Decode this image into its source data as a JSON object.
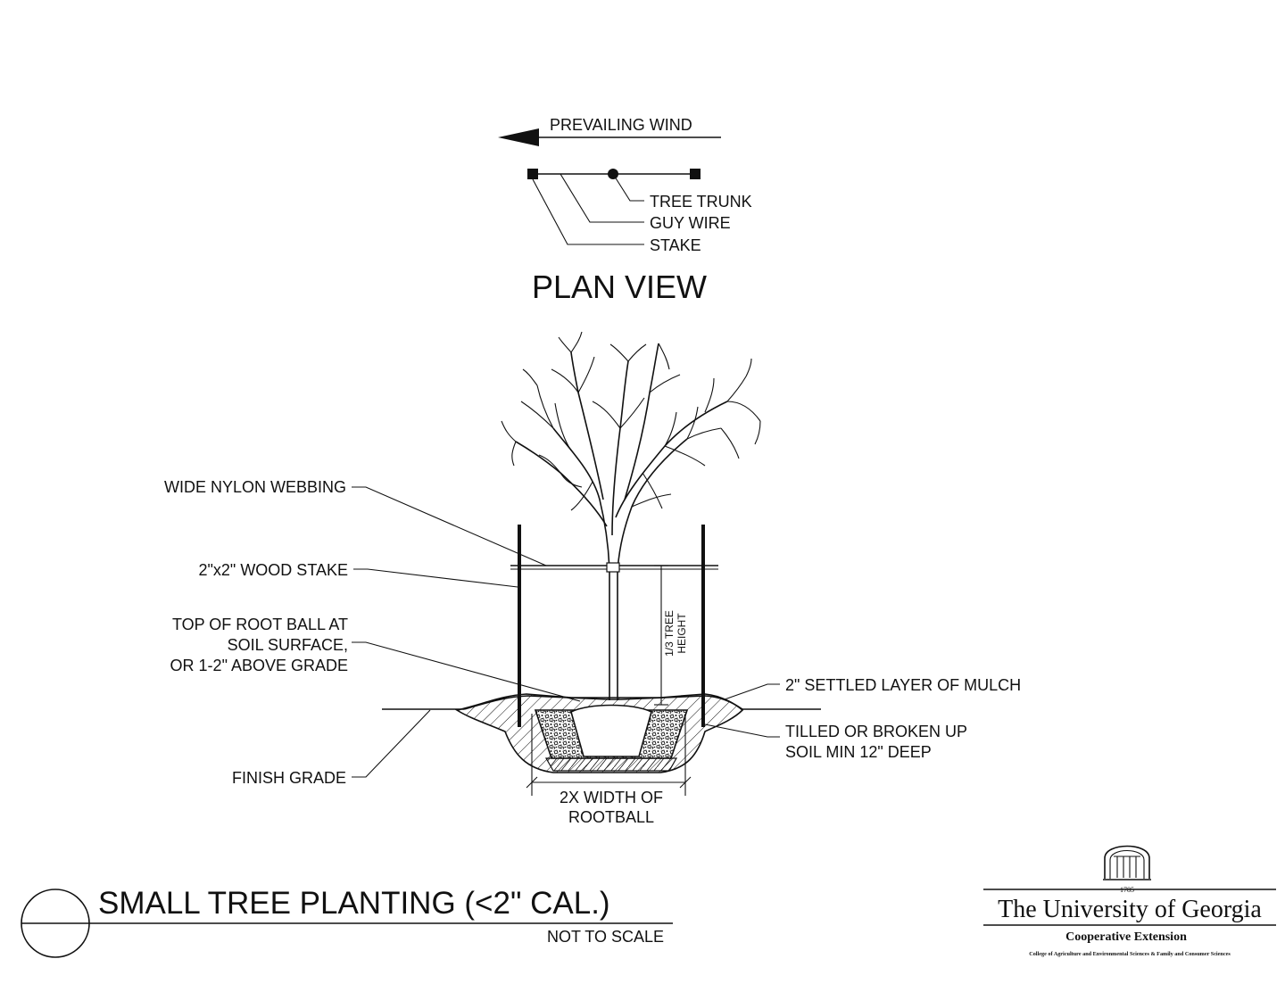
{
  "plan_view": {
    "wind_label": "PREVAILING WIND",
    "tree_trunk_label": "TREE TRUNK",
    "guy_wire_label": "GUY WIRE",
    "stake_label": "STAKE",
    "title": "PLAN VIEW"
  },
  "section": {
    "webbing_label": "WIDE NYLON WEBBING",
    "wood_stake_label": "2\"x2\" WOOD STAKE",
    "root_ball_line1": "TOP OF ROOT BALL AT",
    "root_ball_line2": "SOIL SURFACE,",
    "root_ball_line3": "OR 1-2\" ABOVE GRADE",
    "finish_grade_label": "FINISH GRADE",
    "mulch_label": "2\" SETTLED LAYER OF MULCH",
    "tilled_line1": "TILLED OR BROKEN UP",
    "tilled_line2": "SOIL MIN 12\" DEEP",
    "height_line1": "1/3 TREE",
    "height_line2": "HEIGHT",
    "width_line1": "2X WIDTH OF",
    "width_line2": "ROOTBALL"
  },
  "drawing": {
    "title": "SMALL TREE PLANTING (<2\" CAL.)",
    "scale_note": "NOT TO SCALE"
  },
  "logo": {
    "year": "1785",
    "name": "The University of Georgia",
    "unit": "Cooperative Extension",
    "colleges": "College of Agriculture and Environmental Sciences & Family and Consumer Sciences"
  }
}
